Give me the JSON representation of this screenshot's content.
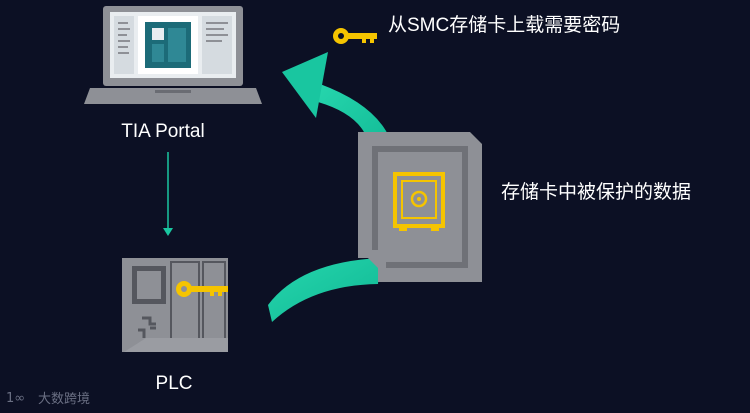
{
  "diagram": {
    "laptop_label": "TIA Portal",
    "plc_label": "PLC",
    "upload_note": "从SMC存储卡上载需要密码",
    "card_note": "存储卡中被保护的数据"
  },
  "watermark": {
    "text": "大数跨境"
  },
  "colors": {
    "background": "#0c1024",
    "accent": "#19c6a0",
    "key": "#f5c400",
    "device": "#8e9096",
    "device_dark": "#55575e",
    "screen": "#e9edf0"
  },
  "icons": [
    "laptop-icon",
    "plc-icon",
    "memory-card-icon",
    "safe-icon",
    "key-icon"
  ]
}
